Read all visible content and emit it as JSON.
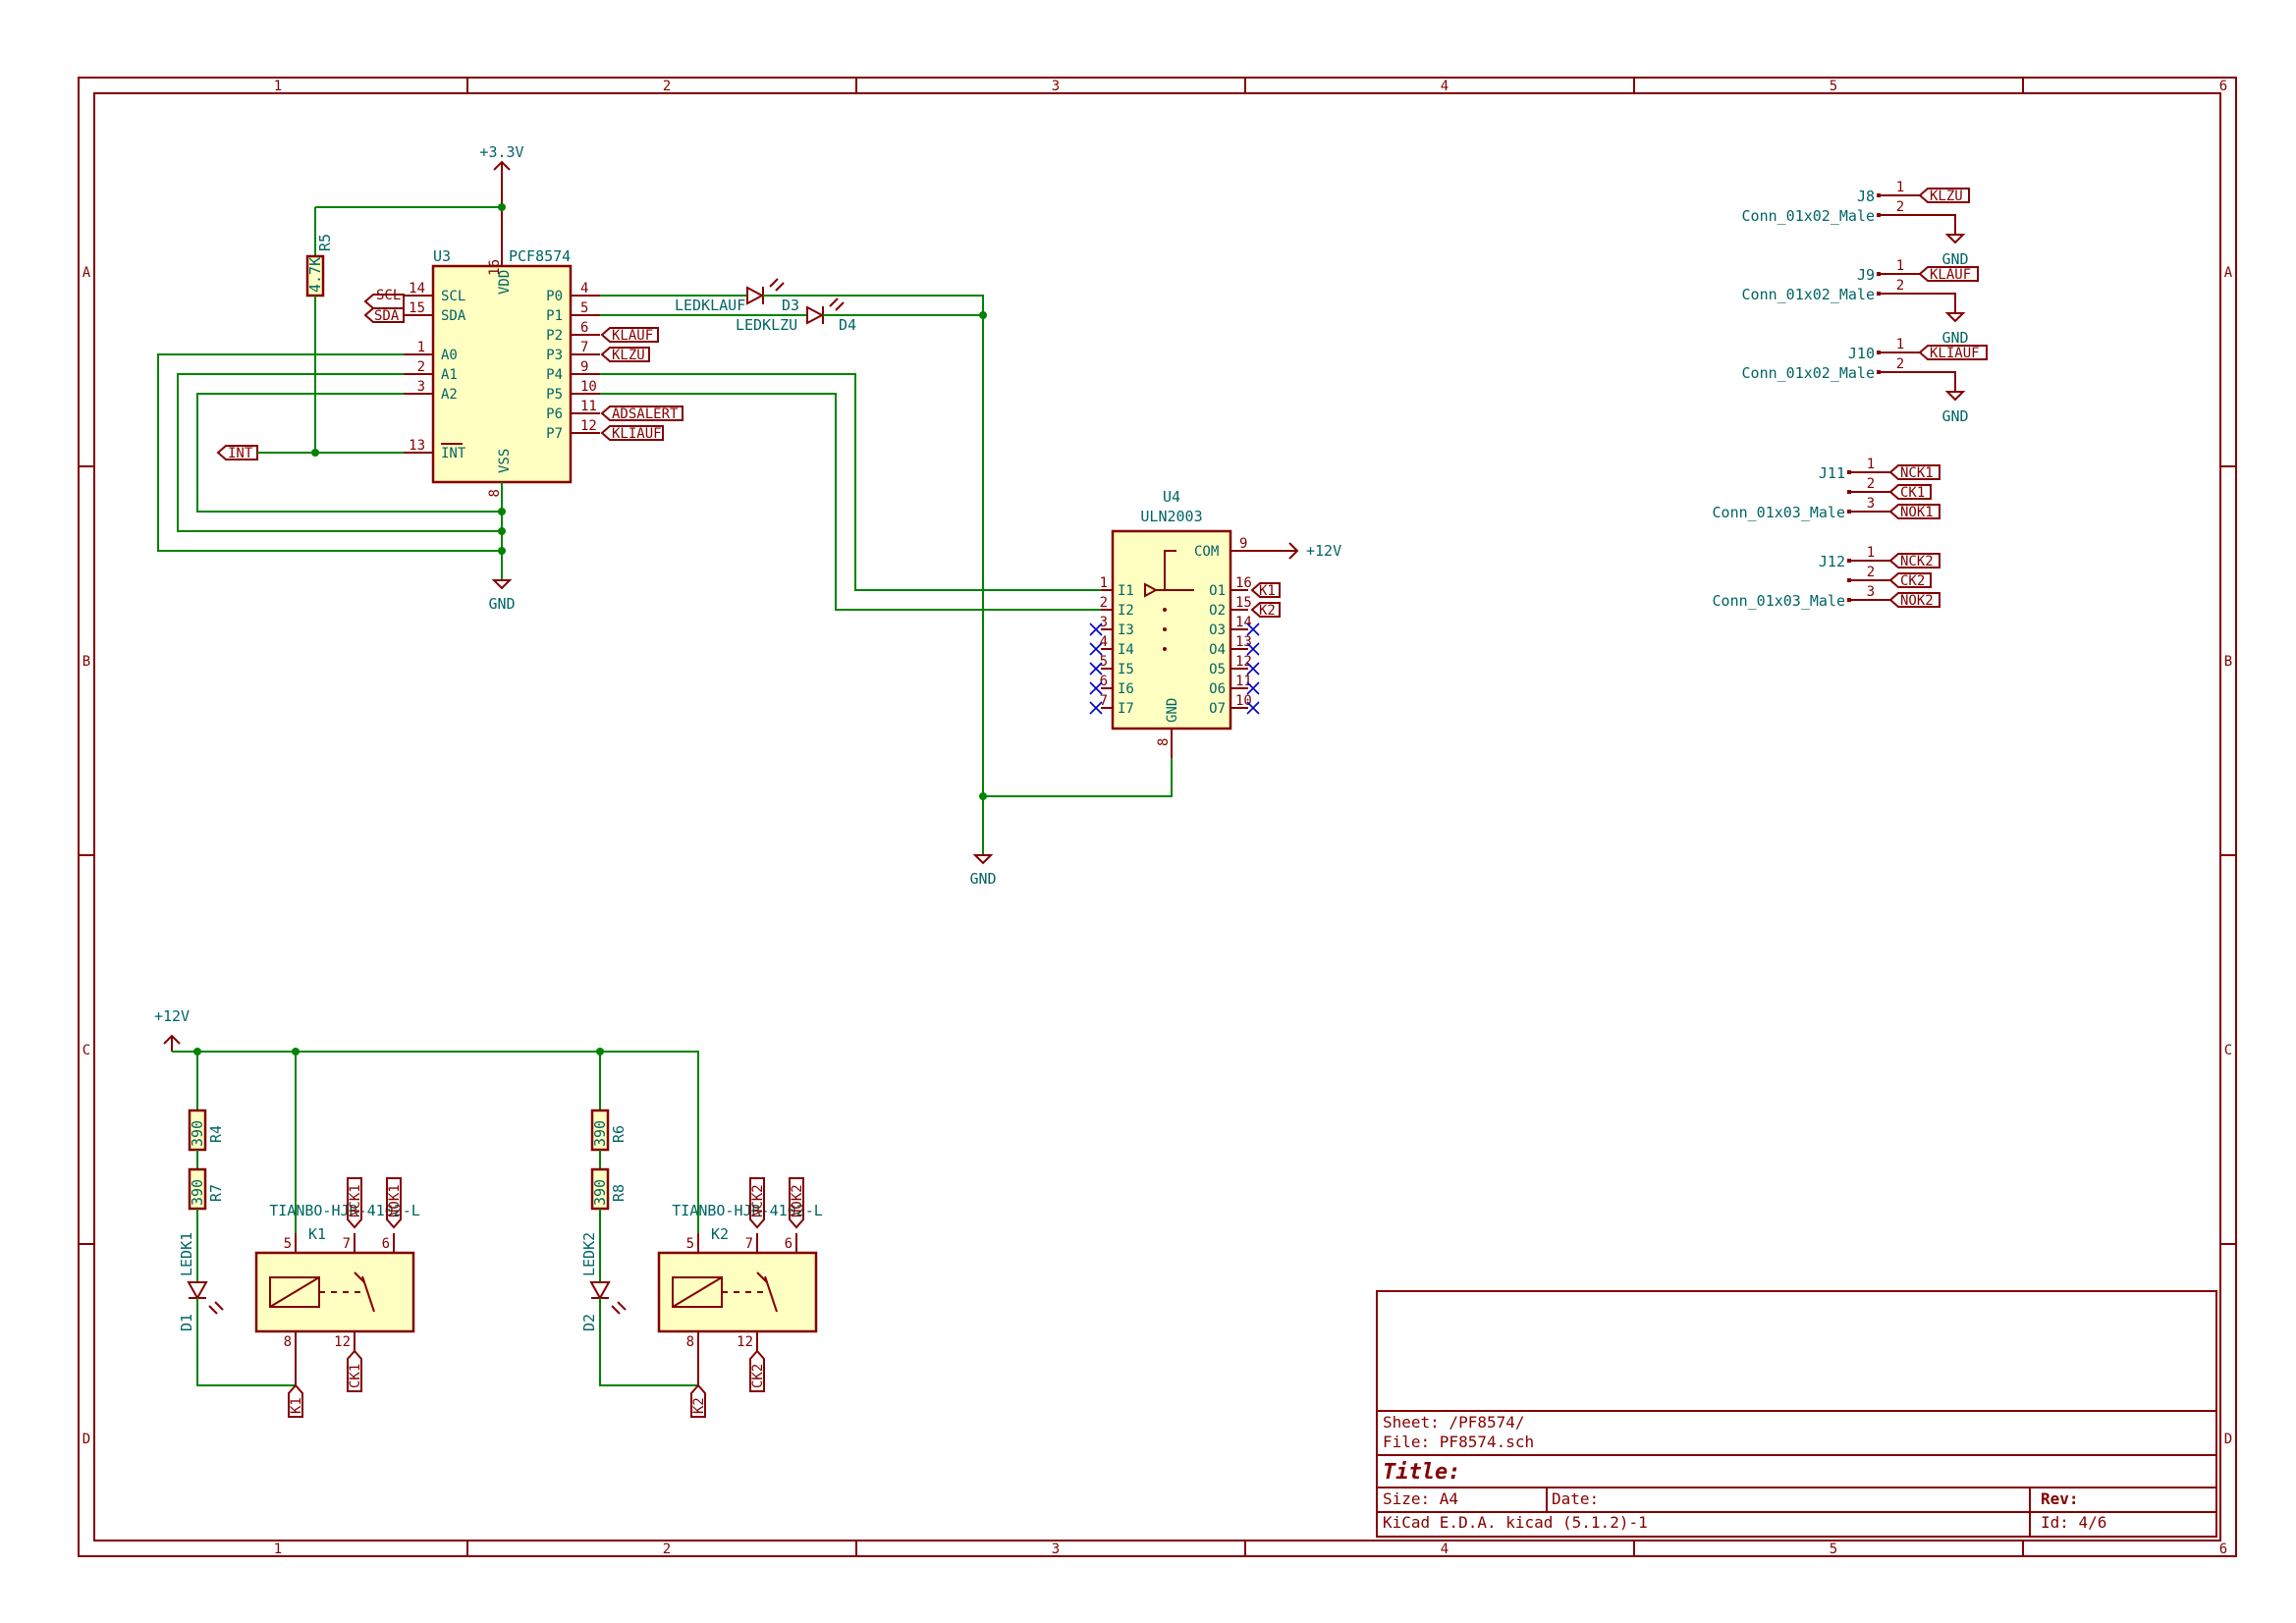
{
  "frame": {
    "columns": [
      "1",
      "2",
      "3",
      "4",
      "5",
      "6"
    ],
    "rows": [
      "A",
      "B",
      "C",
      "D"
    ]
  },
  "title_block": {
    "sheet": "Sheet: /PF8574/",
    "file": "File: PF8574.sch",
    "title": "Title:",
    "size": "Size: A4",
    "date": "Date:",
    "rev": "Rev:",
    "tool": "KiCad E.D.A.  kicad (5.1.2)-1",
    "id": "Id: 4/6"
  },
  "power": {
    "v33": "+3.3V",
    "v12": "+12V",
    "gnd": "GND"
  },
  "u3": {
    "ref": "U3",
    "value": "PCF8574",
    "pins_left": [
      {
        "num": "14",
        "name": "SCL"
      },
      {
        "num": "15",
        "name": "SDA"
      },
      {
        "num": "1",
        "name": "A0"
      },
      {
        "num": "2",
        "name": "A1"
      },
      {
        "num": "3",
        "name": "A2"
      },
      {
        "num": "13",
        "name": "INT"
      }
    ],
    "pins_right": [
      {
        "num": "4",
        "name": "P0"
      },
      {
        "num": "5",
        "name": "P1"
      },
      {
        "num": "6",
        "name": "P2"
      },
      {
        "num": "7",
        "name": "P3"
      },
      {
        "num": "9",
        "name": "P4"
      },
      {
        "num": "10",
        "name": "P5"
      },
      {
        "num": "11",
        "name": "P6"
      },
      {
        "num": "12",
        "name": "P7"
      }
    ],
    "vdd": {
      "num": "16",
      "name": "VDD"
    },
    "vss": {
      "num": "8",
      "name": "VSS"
    }
  },
  "u4": {
    "ref": "U4",
    "value": "ULN2003",
    "inputs": [
      "I1",
      "I2",
      "I3",
      "I4",
      "I5",
      "I6",
      "I7"
    ],
    "input_nums": [
      "1",
      "2",
      "3",
      "4",
      "5",
      "6",
      "7"
    ],
    "outputs": [
      "O1",
      "O2",
      "O3",
      "O4",
      "O5",
      "O6",
      "O7"
    ],
    "output_nums": [
      "16",
      "15",
      "14",
      "13",
      "12",
      "11",
      "10"
    ],
    "com": {
      "num": "9",
      "name": "COM"
    },
    "gnd": {
      "num": "8",
      "name": "GND"
    }
  },
  "r5": {
    "ref": "R5",
    "value": "4.7K"
  },
  "d3": {
    "ref": "D3",
    "value": "LEDKLAUF"
  },
  "d4": {
    "ref": "D4",
    "value": "LEDKLZU"
  },
  "labels": {
    "scl": "SCL",
    "sda": "SDA",
    "int": "INT",
    "klauf": "KLAUF",
    "klzu": "KLZU",
    "adsalert": "ADSALERT",
    "kliauf": "KLIAUF",
    "k1": "K1",
    "k2": "K2",
    "nck1": "NCK1",
    "nok1": "NOK1",
    "ck1": "CK1",
    "nck2": "NCK2",
    "nok2": "NOK2",
    "ck2": "CK2"
  },
  "connectors": [
    {
      "ref": "J8",
      "value": "Conn_01x02_Male",
      "pins": [
        "1",
        "2"
      ],
      "labels": [
        "KLZU"
      ]
    },
    {
      "ref": "J9",
      "value": "Conn_01x02_Male",
      "pins": [
        "1",
        "2"
      ],
      "labels": [
        "KLAUF"
      ]
    },
    {
      "ref": "J10",
      "value": "Conn_01x02_Male",
      "pins": [
        "1",
        "2"
      ],
      "labels": [
        "KLIAUF"
      ]
    },
    {
      "ref": "J11",
      "value": "Conn_01x03_Male",
      "pins": [
        "1",
        "2",
        "3"
      ],
      "labels": [
        "NCK1",
        "CK1",
        "NOK1"
      ]
    },
    {
      "ref": "J12",
      "value": "Conn_01x03_Male",
      "pins": [
        "1",
        "2",
        "3"
      ],
      "labels": [
        "NCK2",
        "CK2",
        "NOK2"
      ]
    }
  ],
  "relay1": {
    "ref": "K1",
    "value": "TIANBO-HJR-4102-L",
    "r_top": {
      "ref": "R4",
      "value": "390"
    },
    "r_bot": {
      "ref": "R7",
      "value": "390"
    },
    "led": {
      "ref": "D1",
      "value": "LEDK1"
    },
    "pins": {
      "p5": "5",
      "p7": "7",
      "p6": "6",
      "p8": "8",
      "p12": "12"
    }
  },
  "relay2": {
    "ref": "K2",
    "value": "TIANBO-HJR-4102-L",
    "r_top": {
      "ref": "R6",
      "value": "390"
    },
    "r_bot": {
      "ref": "R8",
      "value": "390"
    },
    "led": {
      "ref": "D2",
      "value": "LEDK2"
    },
    "pins": {
      "p5": "5",
      "p7": "7",
      "p6": "6",
      "p8": "8",
      "p12": "12"
    }
  }
}
